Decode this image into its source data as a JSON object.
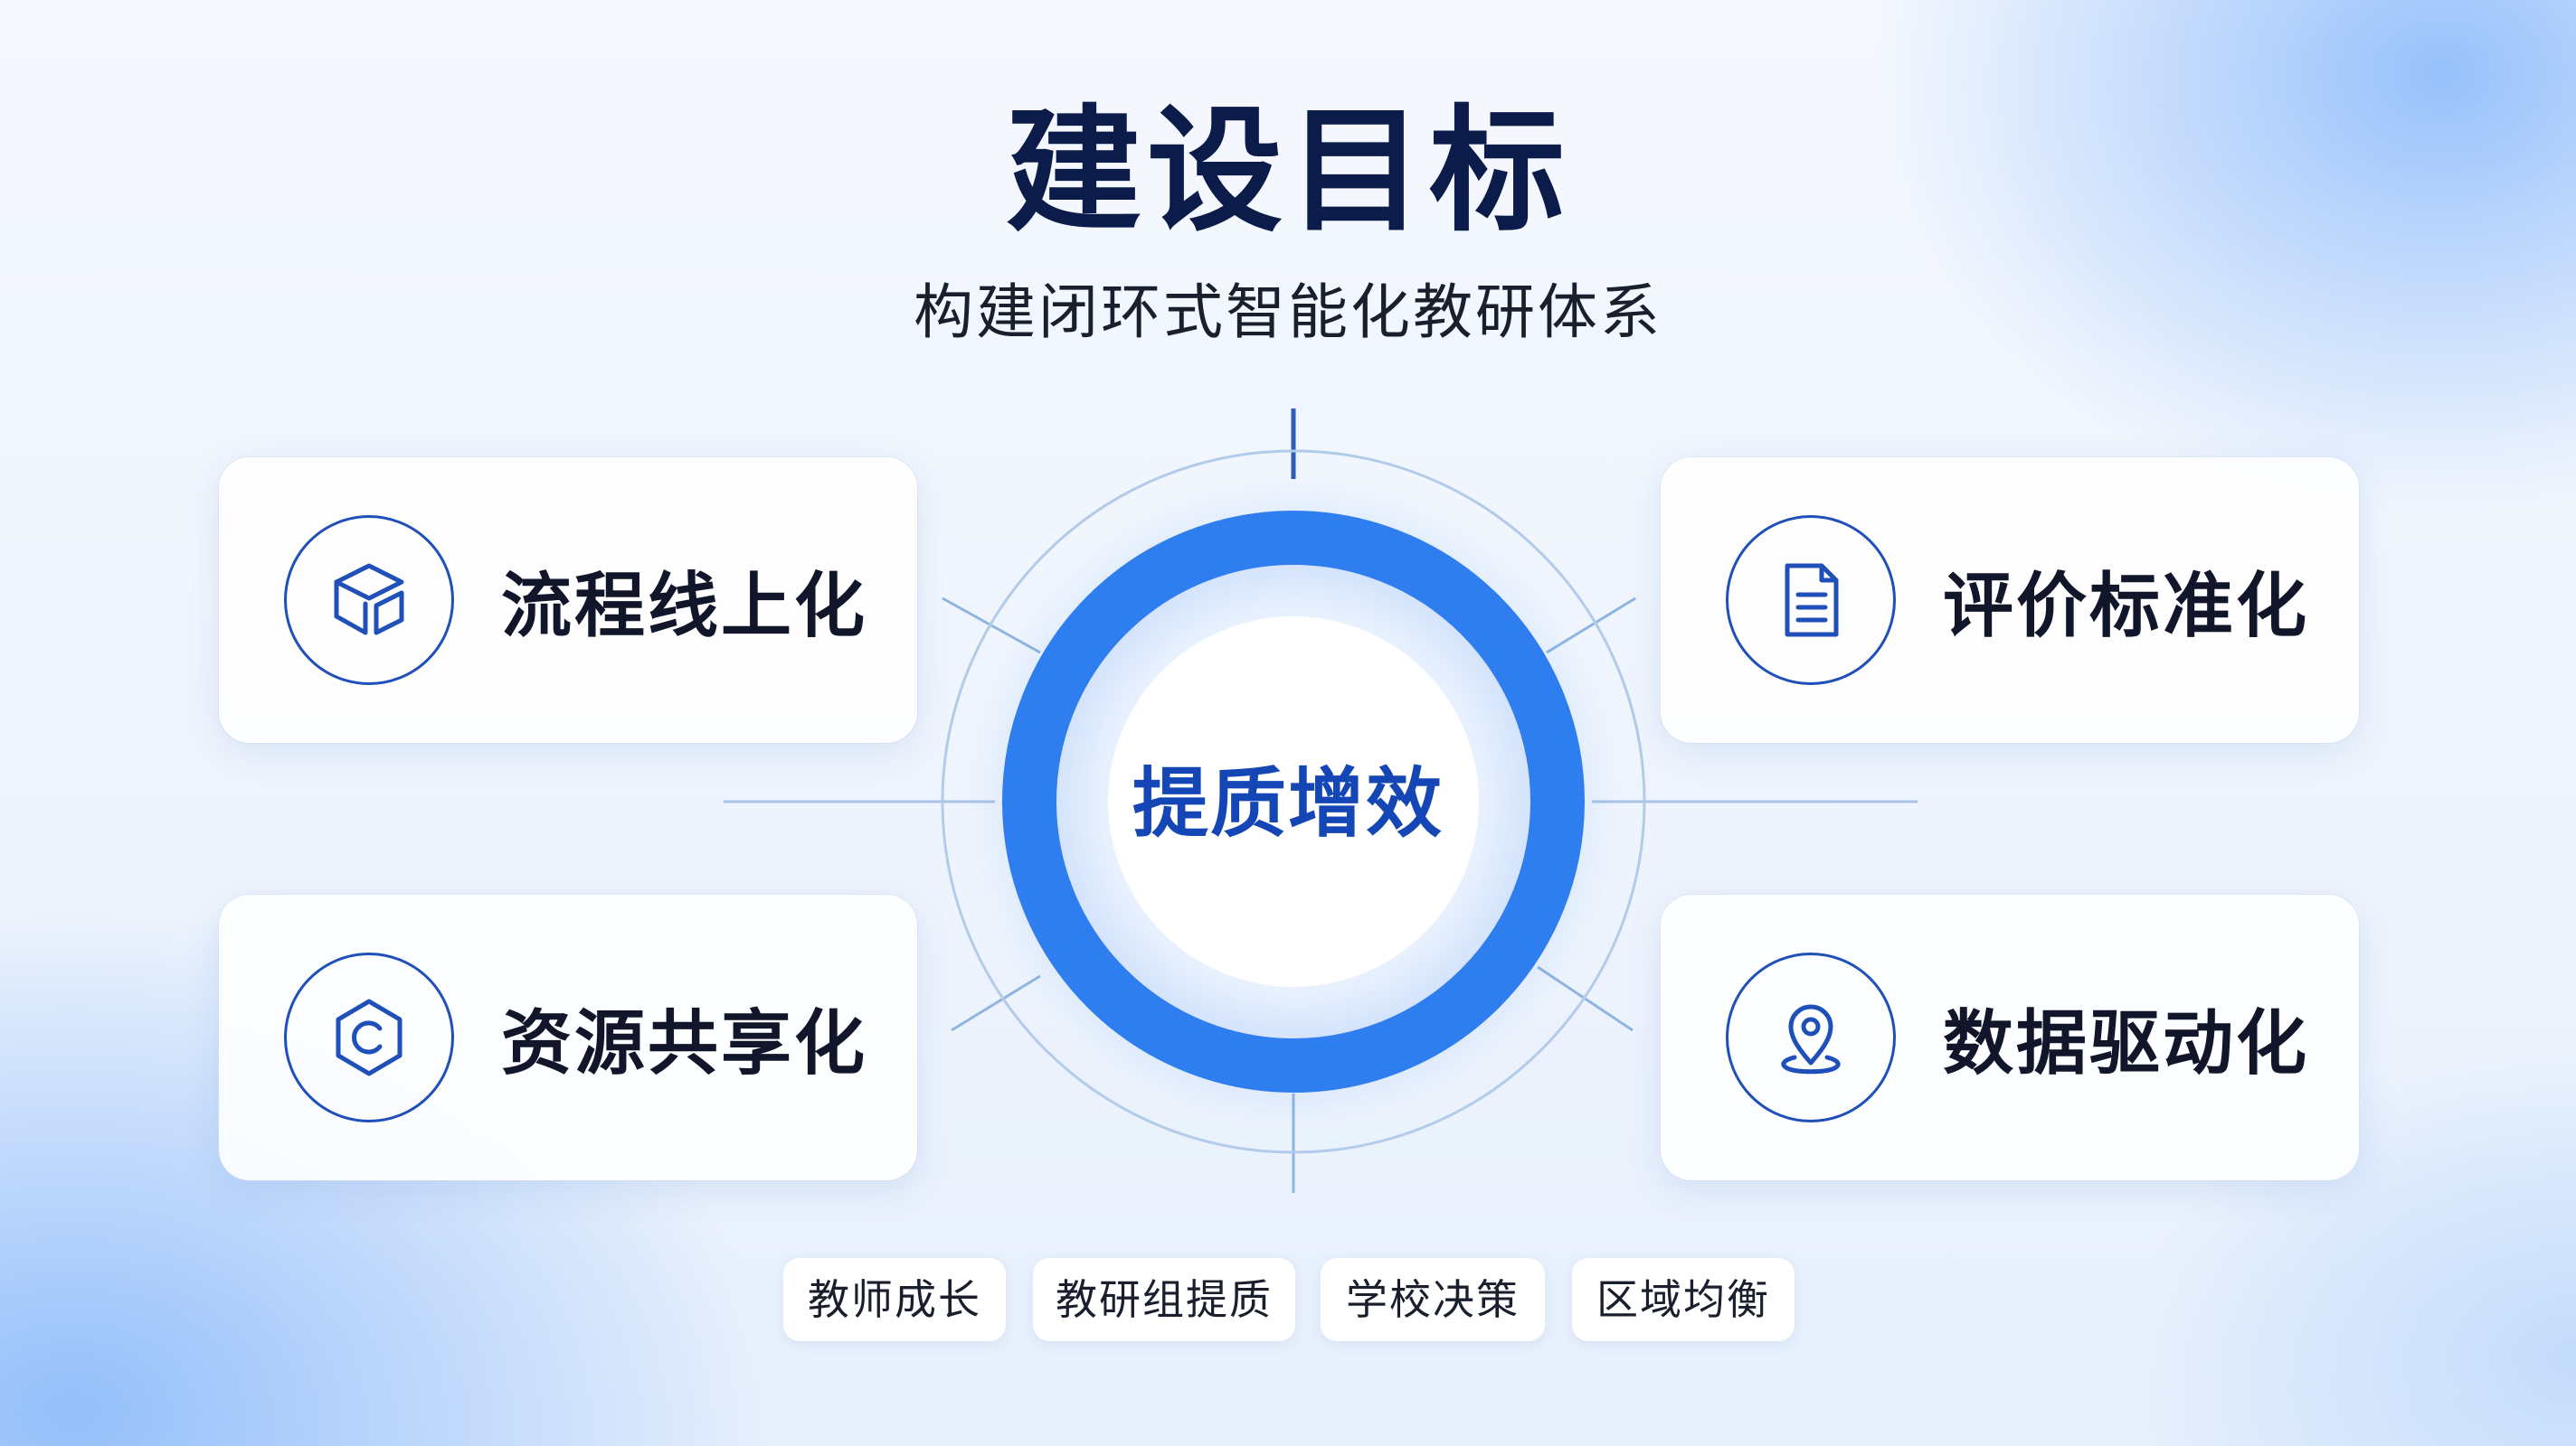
{
  "header": {
    "title": "建设目标",
    "subtitle": "构建闭环式智能化教研体系"
  },
  "hub": {
    "label": "提质增效",
    "ring_color": "#2f7ef0",
    "accent_color": "#1447b5"
  },
  "cards": [
    {
      "label": "流程线上化",
      "icon": "cube-icon"
    },
    {
      "label": "评价标准化",
      "icon": "document-icon"
    },
    {
      "label": "资源共享化",
      "icon": "hexagon-c-icon"
    },
    {
      "label": "数据驱动化",
      "icon": "location-pin-icon"
    }
  ],
  "tags": [
    "教师成长",
    "教研组提质",
    "学校决策",
    "区域均衡"
  ]
}
